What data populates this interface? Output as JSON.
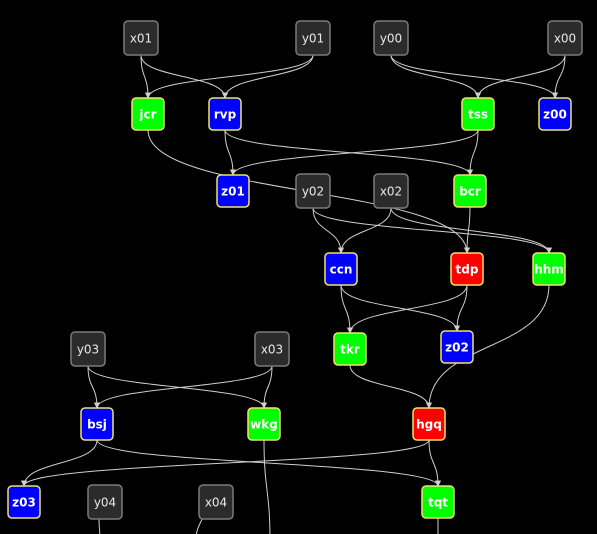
{
  "colors": {
    "background": "#000000",
    "input": "#2b2b2b",
    "input_border": "#7a7a7a",
    "input_text": "#e8e8e8",
    "and": "#00ff00",
    "xor": "#0000ff",
    "or": "#ff0000",
    "gate_border": "#f2e36b",
    "gate_text": "#ffffff",
    "edge": "#cfcfcf"
  },
  "nodes": [
    {
      "id": "x01",
      "label": "x01",
      "kind": "input"
    },
    {
      "id": "y01",
      "label": "y01",
      "kind": "input"
    },
    {
      "id": "y00",
      "label": "y00",
      "kind": "input"
    },
    {
      "id": "x00",
      "label": "x00",
      "kind": "input"
    },
    {
      "id": "jcr",
      "label": "jcr",
      "kind": "and"
    },
    {
      "id": "rvp",
      "label": "rvp",
      "kind": "xor"
    },
    {
      "id": "tss",
      "label": "tss",
      "kind": "and"
    },
    {
      "id": "z00",
      "label": "z00",
      "kind": "xor"
    },
    {
      "id": "z01",
      "label": "z01",
      "kind": "xor"
    },
    {
      "id": "y02",
      "label": "y02",
      "kind": "input"
    },
    {
      "id": "x02",
      "label": "x02",
      "kind": "input"
    },
    {
      "id": "bcr",
      "label": "bcr",
      "kind": "and"
    },
    {
      "id": "ccn",
      "label": "ccn",
      "kind": "xor"
    },
    {
      "id": "tdp",
      "label": "tdp",
      "kind": "or"
    },
    {
      "id": "hhm",
      "label": "hhm",
      "kind": "and"
    },
    {
      "id": "y03",
      "label": "y03",
      "kind": "input"
    },
    {
      "id": "x03",
      "label": "x03",
      "kind": "input"
    },
    {
      "id": "tkr",
      "label": "tkr",
      "kind": "and"
    },
    {
      "id": "z02",
      "label": "z02",
      "kind": "xor"
    },
    {
      "id": "bsj",
      "label": "bsj",
      "kind": "xor"
    },
    {
      "id": "wkg",
      "label": "wkg",
      "kind": "and"
    },
    {
      "id": "hgq",
      "label": "hgq",
      "kind": "or"
    },
    {
      "id": "z03",
      "label": "z03",
      "kind": "xor"
    },
    {
      "id": "y04",
      "label": "y04",
      "kind": "input"
    },
    {
      "id": "x04",
      "label": "x04",
      "kind": "input"
    },
    {
      "id": "tqt",
      "label": "tqt",
      "kind": "and"
    }
  ],
  "edges": [
    {
      "from": "x01",
      "to": "jcr"
    },
    {
      "from": "x01",
      "to": "rvp"
    },
    {
      "from": "y01",
      "to": "jcr"
    },
    {
      "from": "y01",
      "to": "rvp"
    },
    {
      "from": "y00",
      "to": "tss"
    },
    {
      "from": "y00",
      "to": "z00"
    },
    {
      "from": "x00",
      "to": "tss"
    },
    {
      "from": "x00",
      "to": "z00"
    },
    {
      "from": "rvp",
      "to": "z01"
    },
    {
      "from": "rvp",
      "to": "bcr"
    },
    {
      "from": "tss",
      "to": "z01"
    },
    {
      "from": "tss",
      "to": "bcr"
    },
    {
      "from": "jcr",
      "to": "tdp"
    },
    {
      "from": "bcr",
      "to": "tdp"
    },
    {
      "from": "y02",
      "to": "ccn"
    },
    {
      "from": "y02",
      "to": "hhm"
    },
    {
      "from": "x02",
      "to": "ccn"
    },
    {
      "from": "x02",
      "to": "hhm"
    },
    {
      "from": "ccn",
      "to": "tkr"
    },
    {
      "from": "ccn",
      "to": "z02"
    },
    {
      "from": "tdp",
      "to": "tkr"
    },
    {
      "from": "tdp",
      "to": "z02"
    },
    {
      "from": "tkr",
      "to": "hgq"
    },
    {
      "from": "hhm",
      "to": "hgq"
    },
    {
      "from": "y03",
      "to": "bsj"
    },
    {
      "from": "y03",
      "to": "wkg"
    },
    {
      "from": "x03",
      "to": "bsj"
    },
    {
      "from": "x03",
      "to": "wkg"
    },
    {
      "from": "bsj",
      "to": "z03"
    },
    {
      "from": "bsj",
      "to": "tqt"
    },
    {
      "from": "hgq",
      "to": "z03"
    },
    {
      "from": "hgq",
      "to": "tqt"
    },
    {
      "from": "y04",
      "to": "bottom"
    },
    {
      "from": "x04",
      "to": "bottom"
    },
    {
      "from": "wkg",
      "to": "bottom"
    },
    {
      "from": "tqt",
      "to": "bottom"
    }
  ]
}
